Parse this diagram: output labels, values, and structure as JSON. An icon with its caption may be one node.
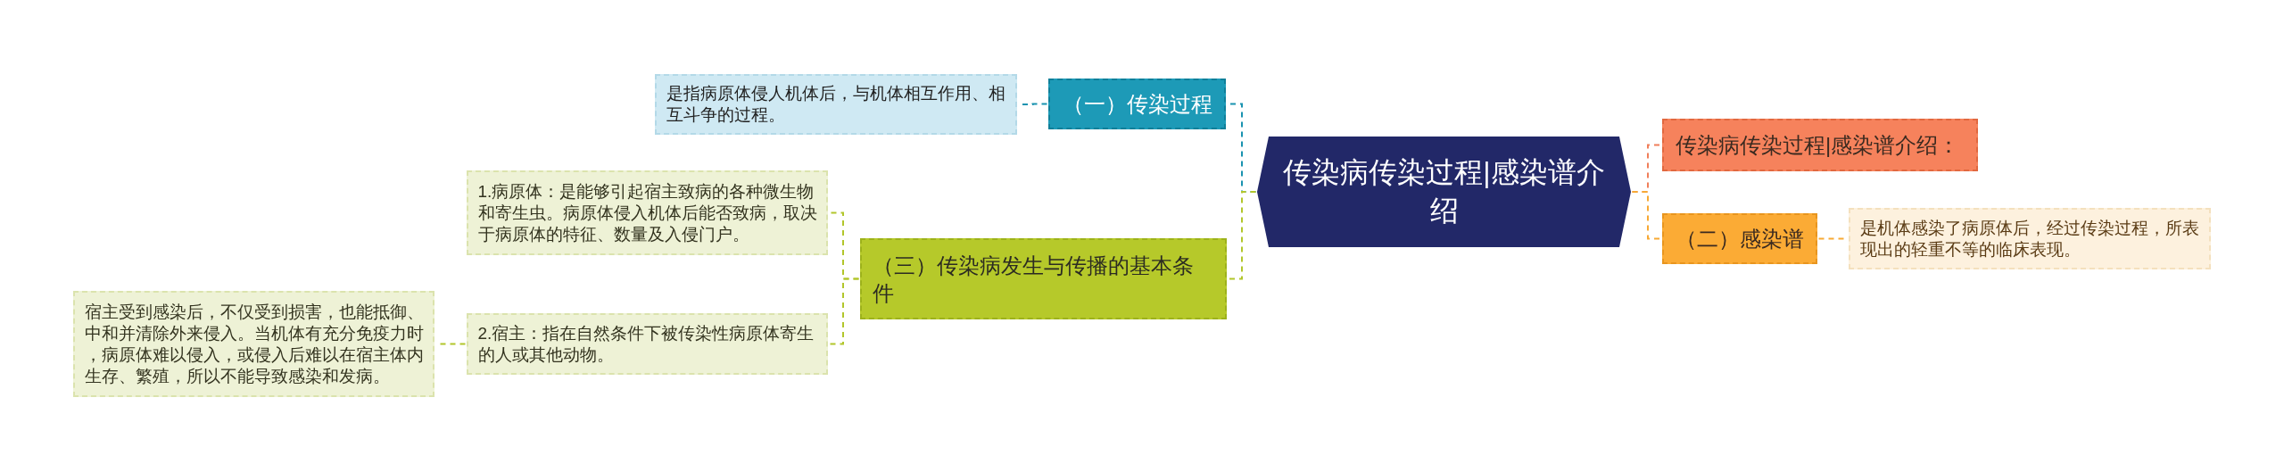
{
  "diagram": {
    "nodes": [
      {
        "text": [
          "传染病传染过程|感染谱介绍"
        ]
      },
      {
        "text": [
          "（一）传染过程"
        ]
      },
      {
        "text": [
          "是指病原体侵人机体后，与机体相互作用、相互斗争的过程。"
        ]
      },
      {
        "text": [
          "（三）传染病发生与传播的基本条件"
        ]
      },
      {
        "text": [
          "1.病原体：是能够引起宿主致病的各种微生物和寄生虫。病原体侵入机体后能否致病，取决于病原体的特征、数量及入侵门户。"
        ]
      },
      {
        "text": [
          "2.宿主：指在自然条件下被传染性病原体寄生的人或其他动物。"
        ]
      },
      {
        "text": [
          "宿主受到感染后，不仅受到损害，也能抵御、中和并清除外来侵入。当机体有充分免疫力时，病原体难以侵入，或侵入后难以在宿主体内生存、繁殖，所以不能导致感染和发病。"
        ]
      },
      {
        "text": [
          "传染病传染过程|感染谱介绍："
        ]
      },
      {
        "text": [
          "（二）感染谱"
        ]
      },
      {
        "text": [
          "是机体感染了病原体后，经过传染过程，所表现出的轻重不等的临床表现。"
        ]
      }
    ],
    "edges": [
      {
        "from": 0,
        "to": 1,
        "arrow": "none",
        "style": "dashed",
        "color": "#1a93b0"
      },
      {
        "from": 1,
        "to": 2,
        "arrow": "none",
        "style": "dashed",
        "color": "#1a93b0"
      },
      {
        "from": 0,
        "to": 3,
        "arrow": "none",
        "style": "dashed",
        "color": "#b2c62b"
      },
      {
        "from": 3,
        "to": 4,
        "arrow": "none",
        "style": "dashed",
        "color": "#b2c62b"
      },
      {
        "from": 3,
        "to": 5,
        "arrow": "none",
        "style": "dashed",
        "color": "#b2c62b"
      },
      {
        "from": 5,
        "to": 6,
        "arrow": "none",
        "style": "dashed",
        "color": "#b2c62b"
      },
      {
        "from": 0,
        "to": 7,
        "arrow": "none",
        "style": "dashed",
        "color": "#f07f5a"
      },
      {
        "from": 0,
        "to": 8,
        "arrow": "none",
        "style": "dashed",
        "color": "#f7a935"
      },
      {
        "from": 8,
        "to": 9,
        "arrow": "none",
        "style": "dashed",
        "color": "#f7a935"
      }
    ]
  }
}
